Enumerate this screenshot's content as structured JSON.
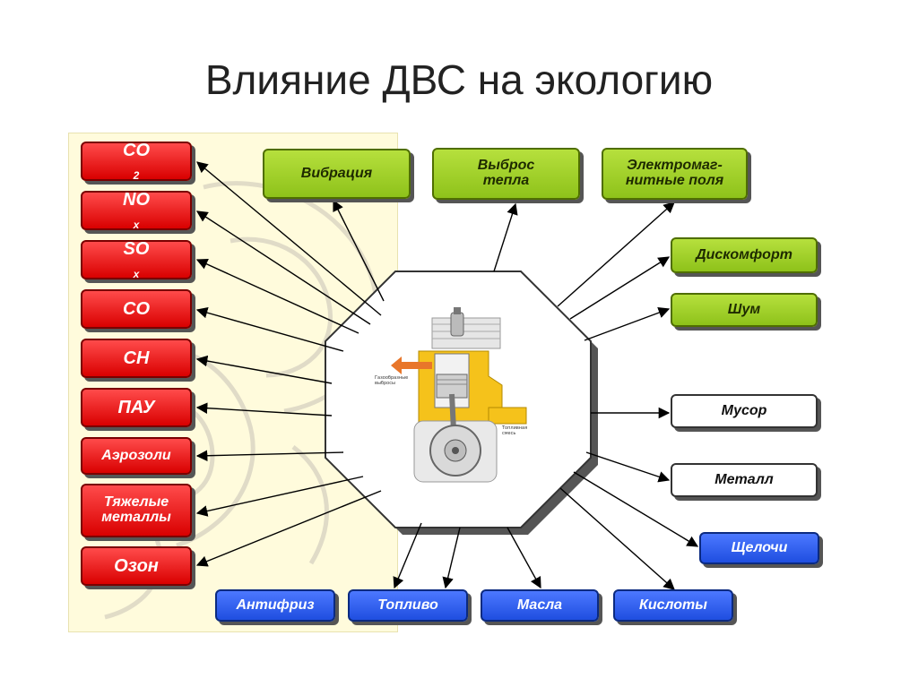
{
  "title": "Влияние ДВС на экологию",
  "emissions": {
    "co2": "CO",
    "co2_sub": "2",
    "nox": "NO",
    "nox_sub": "x",
    "sox": "SO",
    "sox_sub": "x",
    "co": "CO",
    "ch": "CH",
    "pau": "ПАУ",
    "aerosols": "Аэрозоли",
    "heavy_metals_1": "Тяжелые",
    "heavy_metals_2": "металлы",
    "ozone": "Озон"
  },
  "physical": {
    "vibration": "Вибрация",
    "heat_1": "Выброс",
    "heat_2": "тепла",
    "em_1": "Электромаг-",
    "em_2": "нитные поля",
    "discomfort": "Дискомфорт",
    "noise": "Шум"
  },
  "solid": {
    "garbage": "Мусор",
    "metal": "Металл"
  },
  "liquids": {
    "alkali": "Щелочи",
    "antifreeze": "Антифриз",
    "fuel": "Топливо",
    "oils": "Масла",
    "acids": "Кислоты"
  },
  "engine": {
    "label_exhaust_1": "Газообразные",
    "label_exhaust_2": "выбросы",
    "label_fuel_1": "Топливная",
    "label_fuel_2": "смесь"
  },
  "colors": {
    "emission": "#e00000",
    "physical": "#9acd22",
    "solid": "#ffffff",
    "liquid": "#2a5ae8",
    "engine_body": "#f5c21b",
    "exhaust_arrow": "#e8762a"
  }
}
